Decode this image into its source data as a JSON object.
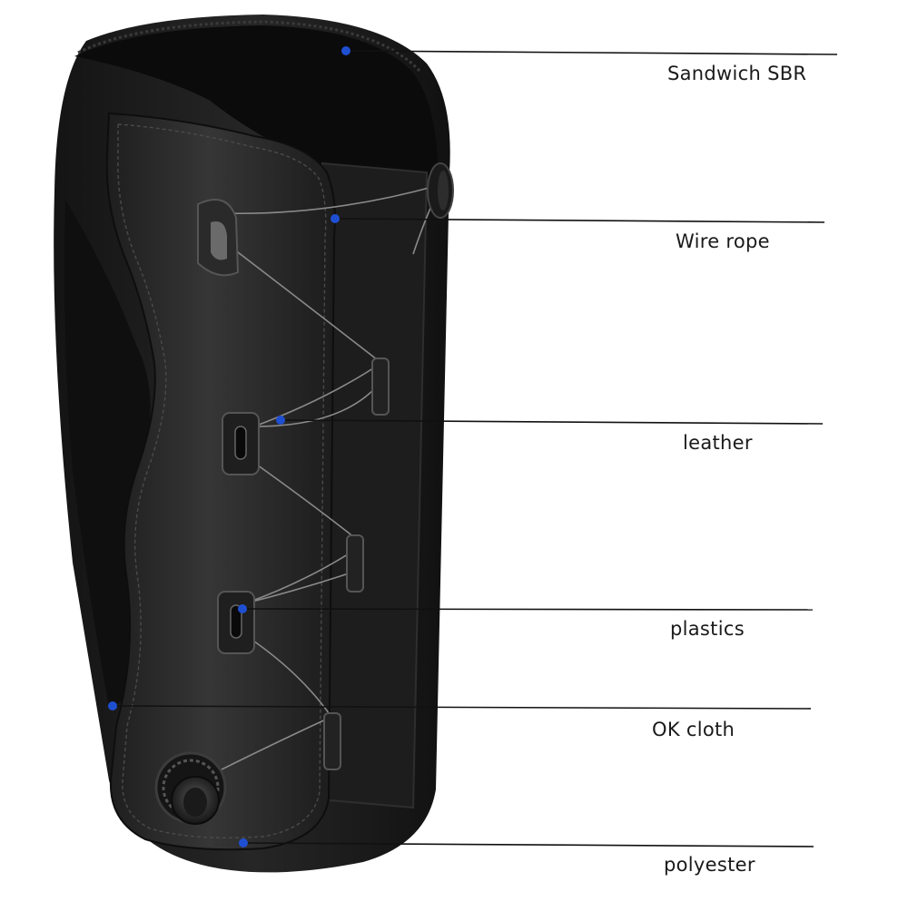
{
  "diagram": {
    "callouts": [
      {
        "label": "Sandwich SBR"
      },
      {
        "label": "Wire rope"
      },
      {
        "label": "leather"
      },
      {
        "label": "plastics"
      },
      {
        "label": "OK cloth"
      },
      {
        "label": "polyester"
      }
    ],
    "colors": {
      "background": "#ffffff",
      "marker_dot": "#1f4fd1",
      "leader_line": "#111111",
      "outer_sbr": "#1b1b1b",
      "inner_lining": "#0c0c0c",
      "leather_panel": "#2a2a2a",
      "ok_cloth": "#161616",
      "text": "#1a1a1a"
    }
  }
}
